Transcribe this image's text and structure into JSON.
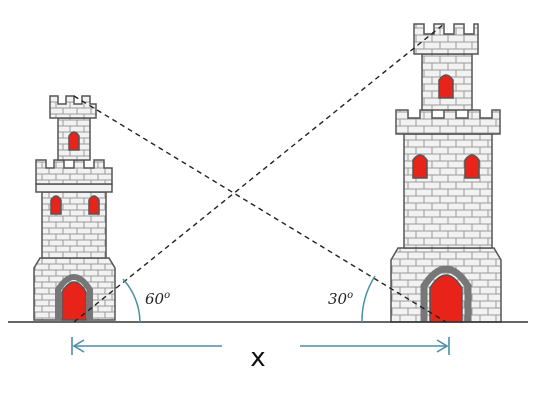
{
  "diagram": {
    "left_angle": {
      "value": "60",
      "unit": "o"
    },
    "right_angle": {
      "value": "30",
      "unit": "o"
    },
    "distance_label": "x"
  },
  "colors": {
    "wall": "#f2f2f2",
    "outline": "#555555",
    "brick": "#9a9a9a",
    "window": "#e8231a",
    "arrow": "#4a8fa6",
    "sight_line": "#222222",
    "ground": "#333333"
  }
}
